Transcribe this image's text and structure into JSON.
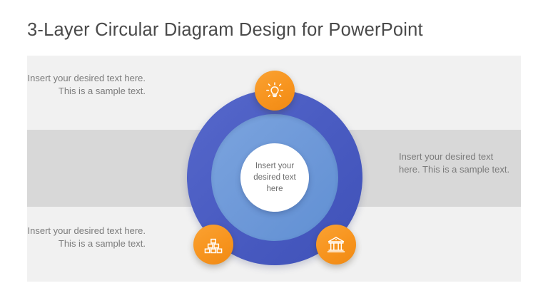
{
  "slide": {
    "title": "3-Layer Circular Diagram Design for PowerPoint",
    "background": "#ffffff"
  },
  "bands": {
    "top_color": "#f1f1f1",
    "middle_color": "#d8d8d8",
    "bottom_color": "#f1f1f1"
  },
  "diagram": {
    "center_text": "Insert your desired text here",
    "layers": [
      {
        "name": "outer-ring",
        "color": "#4b5ec4"
      },
      {
        "name": "middle-ring",
        "color": "#6f9ad9"
      },
      {
        "name": "center-circle",
        "color": "#ffffff"
      }
    ],
    "nodes": [
      {
        "position": "top",
        "icon": "lightbulb-icon",
        "color": "#f7941e"
      },
      {
        "position": "bottom-left",
        "icon": "pyramid-blocks-icon",
        "color": "#f7941e"
      },
      {
        "position": "bottom-right",
        "icon": "bank-building-icon",
        "color": "#f7941e"
      }
    ]
  },
  "callouts": {
    "top_left": "Insert your desired text here. This is a sample text.",
    "bottom_left": "Insert your desired text here. This is a sample text.",
    "right": "Insert your desired text here. This is a sample text."
  }
}
